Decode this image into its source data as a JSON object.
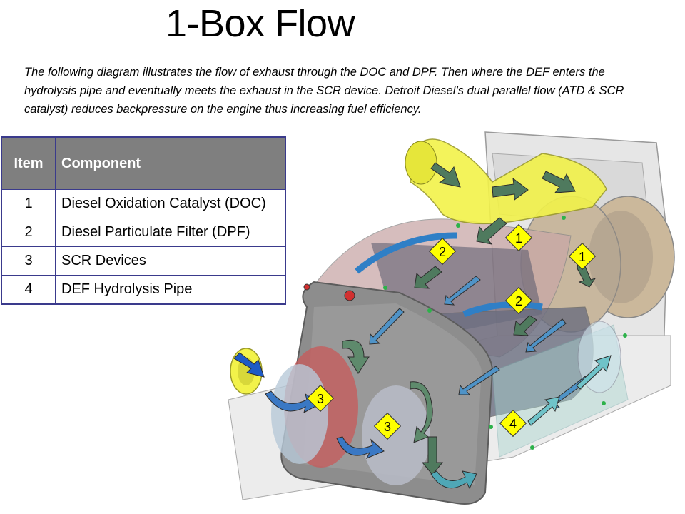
{
  "title": "1-Box Flow",
  "description": "The following diagram illustrates the flow of exhaust through the DOC and DPF. Then where the DEF enters the hydrolysis pipe and eventually meets the exhaust in the SCR device. Detroit Diesel’s dual parallel flow (ATD & SCR catalyst) reduces backpressure on the engine thus increasing fuel efficiency.",
  "table": {
    "headers": {
      "item": "Item",
      "component": "Component"
    },
    "rows": [
      {
        "item": "1",
        "component": "Diesel Oxidation Catalyst (DOC)"
      },
      {
        "item": "2",
        "component": "Diesel Particulate Filter (DPF)"
      },
      {
        "item": "3",
        "component": "SCR Devices"
      },
      {
        "item": "4",
        "component": "DEF Hydrolysis Pipe"
      }
    ]
  },
  "callouts": [
    "1",
    "1",
    "2",
    "2",
    "3",
    "3",
    "4"
  ],
  "colors": {
    "callout_fill": "#ffff00",
    "exhaust_arrow": "#4f7a5e",
    "scr_arrow": "#4f93c7",
    "def_arrow": "#6fc3c9",
    "inlet_arrow": "#1e5bc6",
    "inlet_pipe": "#f2f24a"
  }
}
